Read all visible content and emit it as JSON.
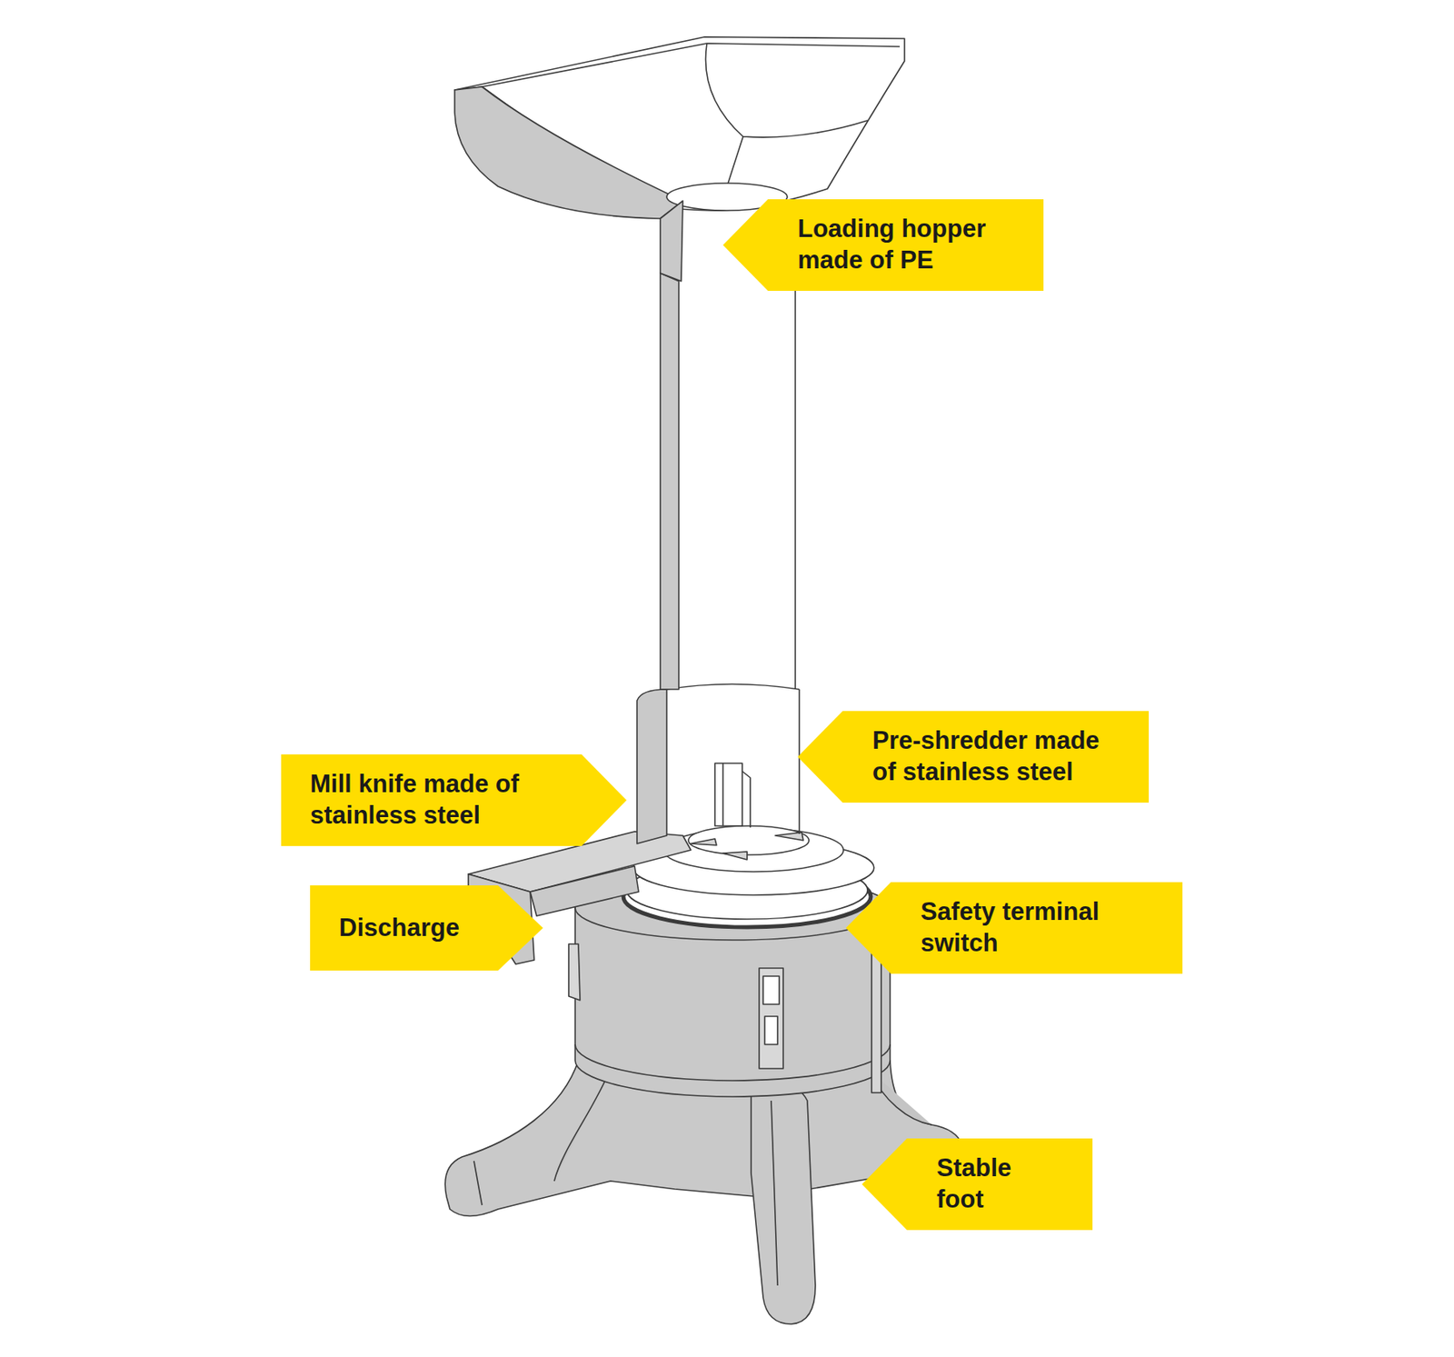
{
  "diagram": {
    "nodes": [
      {
        "text": [
          "Loading hopper made of PE"
        ]
      },
      {
        "text": [
          "Pre-shredder made of stainless steel"
        ]
      },
      {
        "text": [
          "Mill knife made of stainless steel"
        ]
      },
      {
        "text": [
          "Discharge"
        ]
      },
      {
        "text": [
          "Safety terminal switch"
        ]
      },
      {
        "text": [
          "Stable foot"
        ]
      }
    ]
  }
}
